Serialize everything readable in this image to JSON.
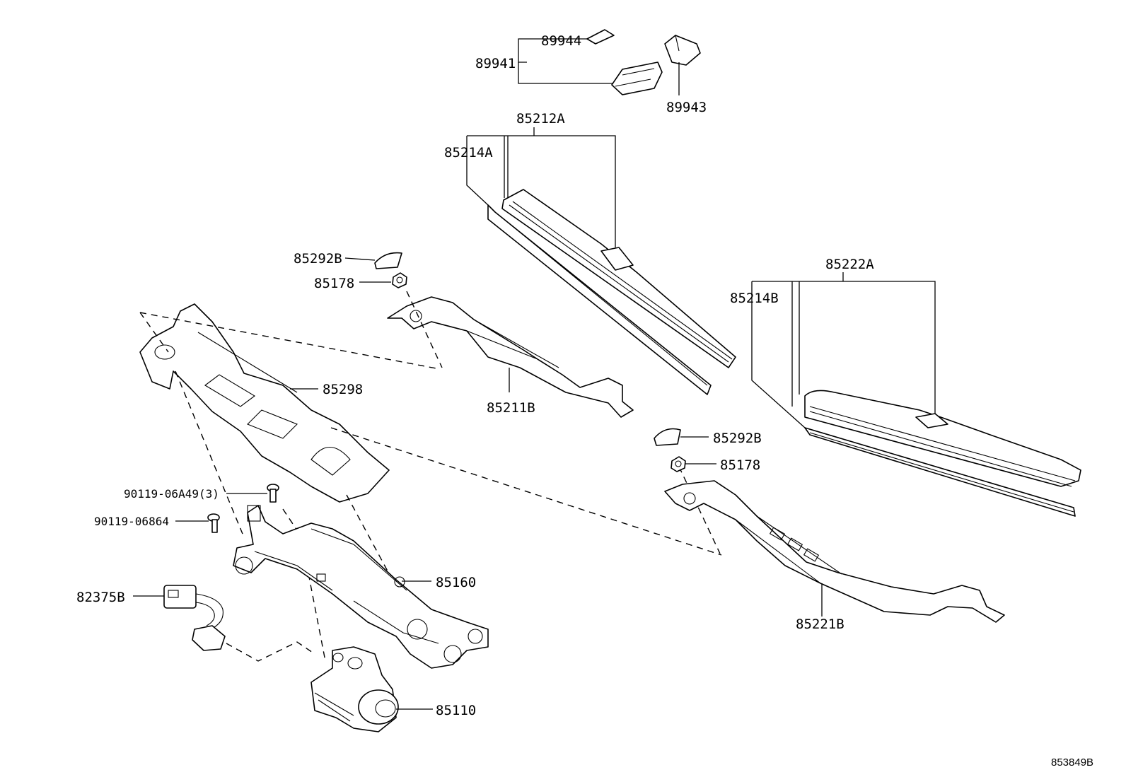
{
  "labels": {
    "p89944": "89944",
    "p89941": "89941",
    "p89943": "89943",
    "p85212A": "85212A",
    "p85214A": "85214A",
    "p85292B_left": "85292B",
    "p85178_left": "85178",
    "p85298": "85298",
    "p85211B": "85211B",
    "p85222A": "85222A",
    "p85214B": "85214B",
    "p85292B_right": "85292B",
    "p85178_right": "85178",
    "p90119_06A49": "90119-06A49(3)",
    "p90119_06864": "90119-06864",
    "p85160": "85160",
    "p82375B": "82375B",
    "p85221B": "85221B",
    "p85110": "85110"
  },
  "diagram_ref": "853849B"
}
